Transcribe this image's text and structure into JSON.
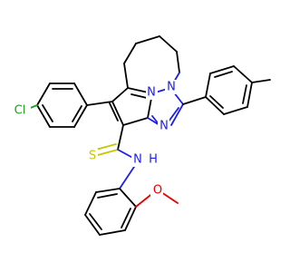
{
  "atom_labels": {
    "chlorine": "Cl",
    "sulfur": "S",
    "amide_nh": "N",
    "amide_h": "H",
    "oxygen": "O",
    "ring_n_pyrrole": "N",
    "ring_n_triazole_1": "N",
    "ring_n_triazole_2": "N"
  },
  "colors": {
    "carbon": "#000000",
    "nitrogen": "#1e1ee6",
    "sulfur": "#c6c600",
    "oxygen": "#e60000",
    "chlorine": "#1ea01e",
    "background": "#ffffff"
  }
}
